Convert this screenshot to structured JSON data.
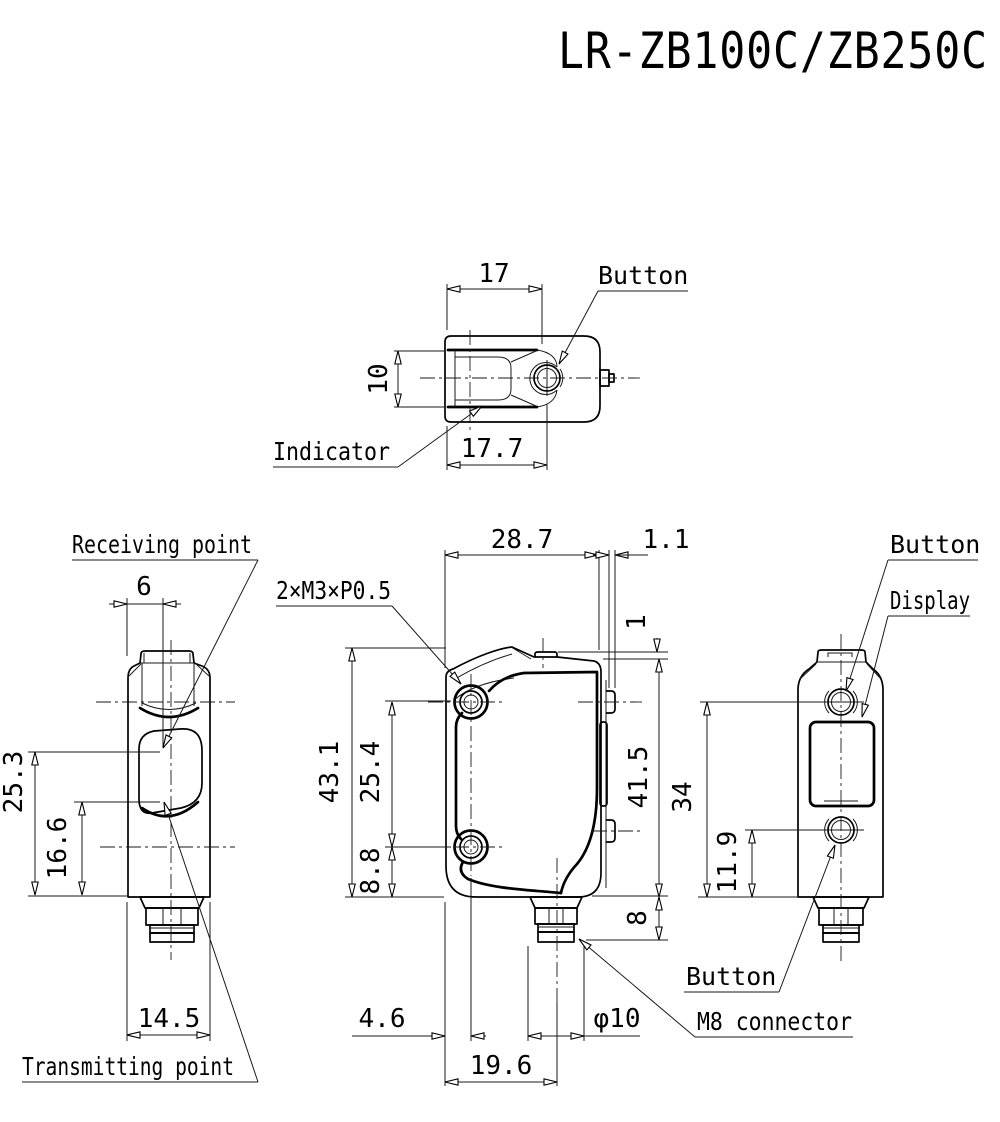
{
  "title": "LR-ZB100C/ZB250C",
  "top_view": {
    "label_button": "Button",
    "label_indicator": "Indicator",
    "dim_front_width": "17",
    "dim_height": "10",
    "dim_overall_width": "17.7"
  },
  "left_view": {
    "label_receiving_point": "Receiving point",
    "label_transmitting_point": "Transmitting point",
    "dim_axis_offset": "6",
    "dim_receiving_height": "25.3",
    "dim_transmitting_height": "16.6",
    "dim_width": "14.5"
  },
  "front_view": {
    "label_mounting_thread": "2×M3×P0.5",
    "label_m8_connector": "M8 connector",
    "dim_width": "28.7",
    "dim_side_button_protrusion": "1.1",
    "dim_top_button_protrusion": "1",
    "dim_overall_height": "43.1",
    "dim_hole_pitch": "25.4",
    "dim_hole_to_bottom": "8.8",
    "dim_body_height": "41.5",
    "dim_connector_length": "8",
    "dim_hole_offset": "4.6",
    "dim_connector_offset": "19.6",
    "dim_connector_diameter": "φ10"
  },
  "right_view": {
    "label_button_top": "Button",
    "label_display": "Display",
    "label_button_bottom": "Button",
    "dim_button_top_height": "34",
    "dim_button_bottom_height": "11.9"
  }
}
